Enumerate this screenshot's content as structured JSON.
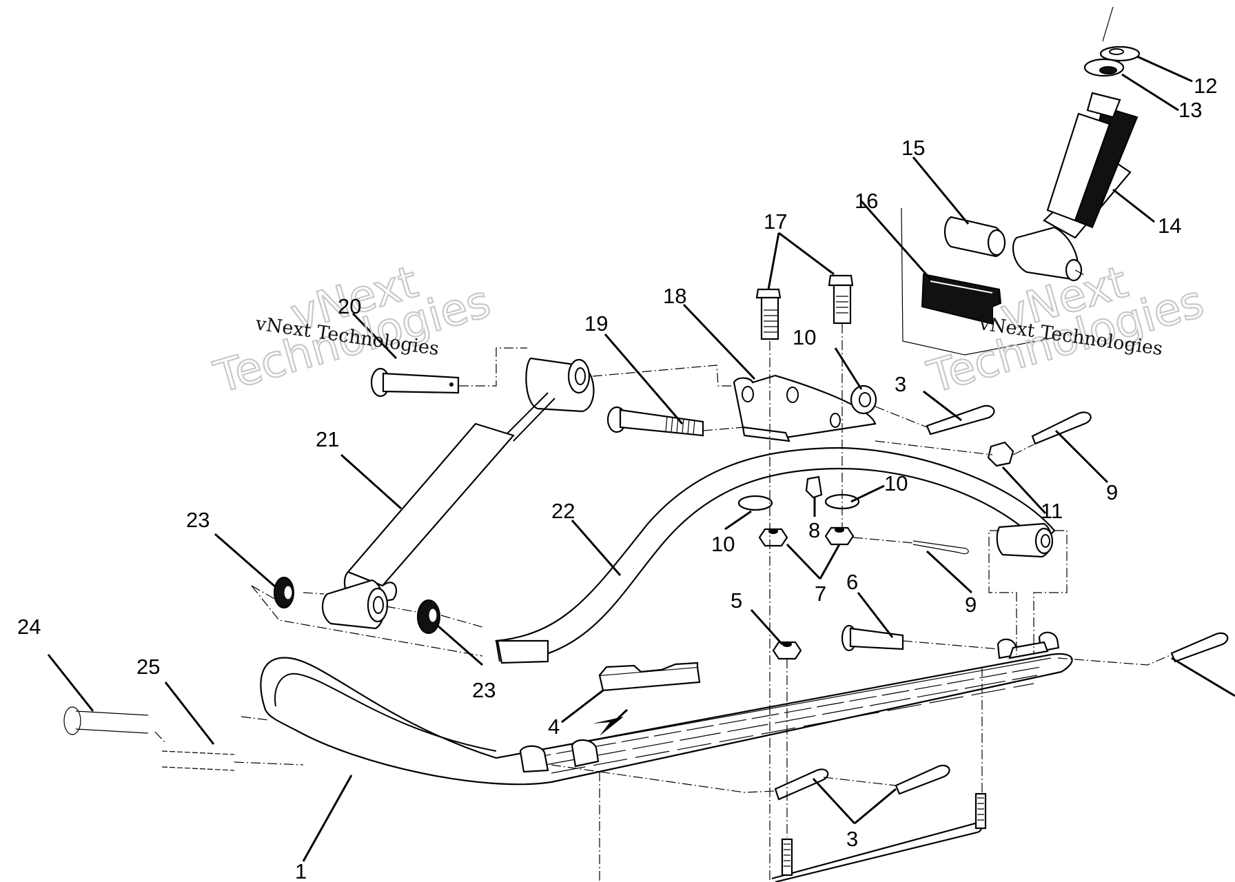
{
  "diagram": {
    "type": "exploded parts diagram",
    "callouts": [
      {
        "id": "c1",
        "label": "1"
      },
      {
        "id": "c3a",
        "label": "3"
      },
      {
        "id": "c3b",
        "label": "3"
      },
      {
        "id": "c4",
        "label": "4"
      },
      {
        "id": "c5",
        "label": "5"
      },
      {
        "id": "c6",
        "label": "6"
      },
      {
        "id": "c7",
        "label": "7"
      },
      {
        "id": "c8",
        "label": "8"
      },
      {
        "id": "c9a",
        "label": "9"
      },
      {
        "id": "c9b",
        "label": "9"
      },
      {
        "id": "c10a",
        "label": "10"
      },
      {
        "id": "c10b",
        "label": "10"
      },
      {
        "id": "c10c",
        "label": "10"
      },
      {
        "id": "c11",
        "label": "11"
      },
      {
        "id": "c12",
        "label": "12"
      },
      {
        "id": "c13",
        "label": "13"
      },
      {
        "id": "c14",
        "label": "14"
      },
      {
        "id": "c15",
        "label": "15"
      },
      {
        "id": "c16",
        "label": "16"
      },
      {
        "id": "c17",
        "label": "17"
      },
      {
        "id": "c18",
        "label": "18"
      },
      {
        "id": "c19",
        "label": "19"
      },
      {
        "id": "c20",
        "label": "20"
      },
      {
        "id": "c21",
        "label": "21"
      },
      {
        "id": "c22",
        "label": "22"
      },
      {
        "id": "c23a",
        "label": "23"
      },
      {
        "id": "c23b",
        "label": "23"
      },
      {
        "id": "c24",
        "label": "24"
      },
      {
        "id": "c25",
        "label": "25"
      }
    ]
  },
  "watermarks": [
    {
      "line1": "vNext",
      "line2": "Technologies",
      "caption": "vNext Technologies"
    },
    {
      "line1": "vNext",
      "line2": "Technologies",
      "caption": "vNext Technologies"
    }
  ]
}
